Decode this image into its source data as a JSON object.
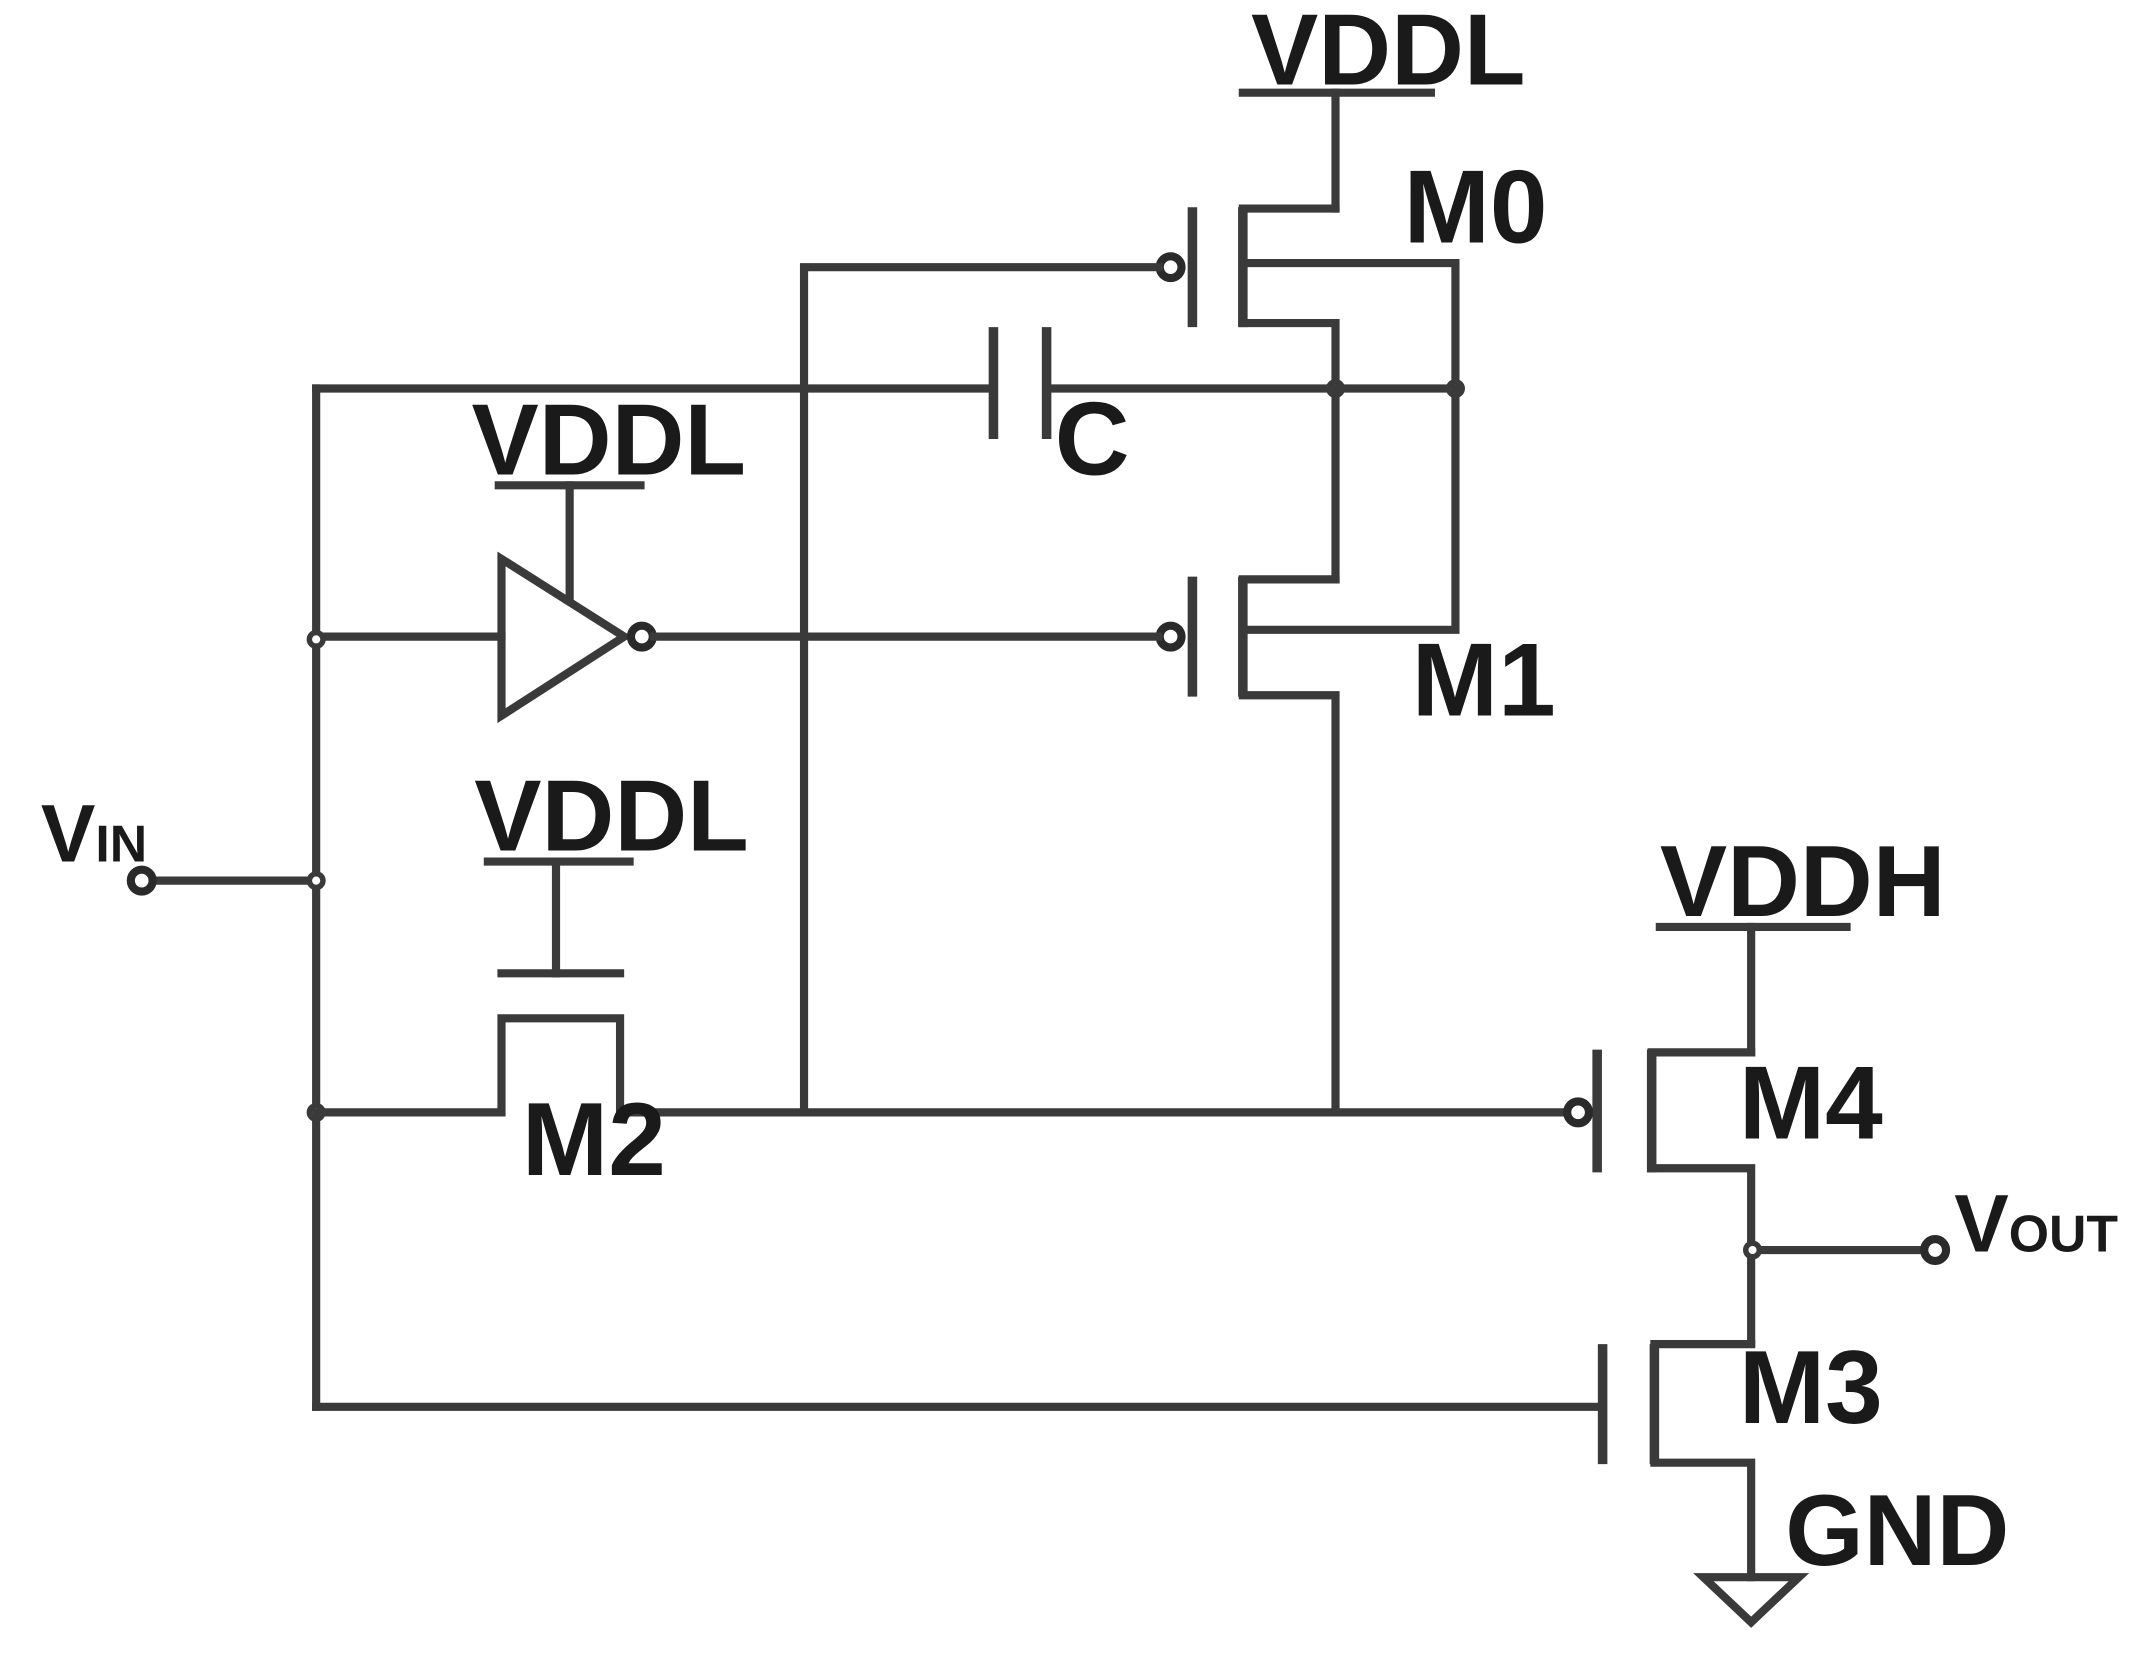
{
  "rails": {
    "vddl_top": "VDDL",
    "vddl_inverter": "VDDL",
    "vddl_m2": "VDDL",
    "vddh": "VDDH",
    "gnd": "GND"
  },
  "devices": {
    "m0": "M0",
    "m1": "M1",
    "m2": "M2",
    "m3": "M3",
    "m4": "M4",
    "c": "C"
  },
  "ports": {
    "vin_main": "V",
    "vin_sub": "IN",
    "vout_main": "V",
    "vout_sub": "OUT"
  },
  "colors": {
    "wire": "#3a3a3a",
    "text": "#1a1a1a",
    "background": "#ffffff"
  }
}
